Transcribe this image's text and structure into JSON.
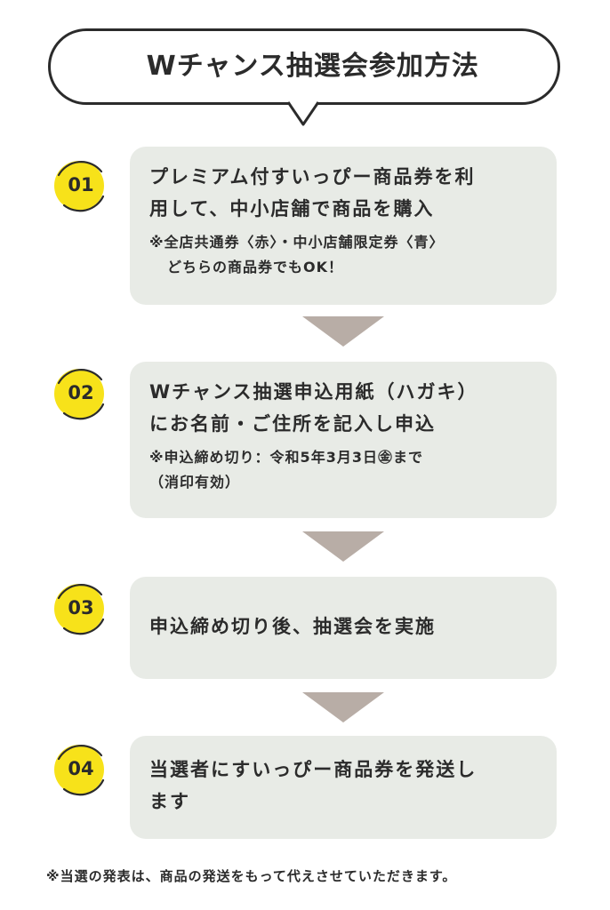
{
  "title": "Wチャンス抽選会参加方法",
  "colors": {
    "accent_yellow": "#f7e21a",
    "box_background": "#e8ebe6",
    "arrow": "#b8ada6",
    "text": "#2b2b2b"
  },
  "steps": [
    {
      "number": "01",
      "main_line1": "プレミアム付すいっぴー商品券を利",
      "main_line2": "用して、中小店舗で商品を購入",
      "note_line1": "※全店共通券〈赤〉・中小店舗限定券〈青〉",
      "note_line2": "どちらの商品券でもOK！"
    },
    {
      "number": "02",
      "main_line1": "Wチャンス抽選申込用紙（ハガキ）",
      "main_line2": "にお名前・ご住所を記入し申込",
      "note_line1": "※申込締め切り：令和5年3月3日㊎まで",
      "note_line2": "（消印有効）"
    },
    {
      "number": "03",
      "main_line1": "申込締め切り後、抽選会を実施"
    },
    {
      "number": "04",
      "main_line1": "当選者にすいっぴー商品券を発送し",
      "main_line2": "ます"
    }
  ],
  "footnote": "※当選の発表は、商品の発送をもって代えさせていただきます。"
}
